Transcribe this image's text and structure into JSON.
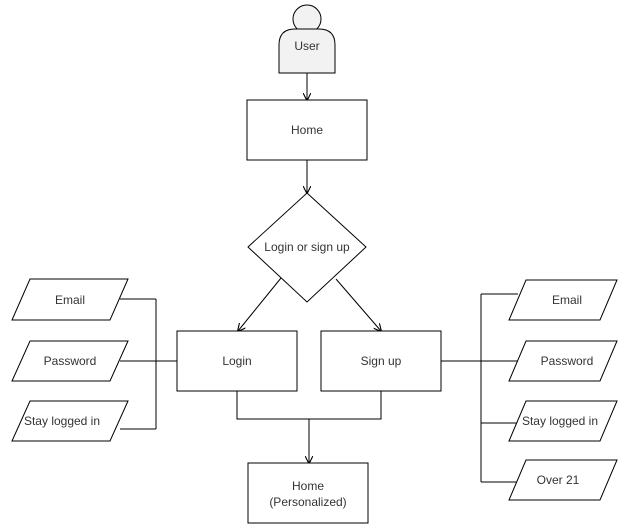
{
  "diagram": {
    "user": "User",
    "home": "Home",
    "decision": "Login or sign up",
    "login": "Login",
    "signup": "Sign up",
    "final_home_line1": "Home",
    "final_home_line2": "(Personalized)",
    "login_inputs": [
      "Email",
      "Password",
      "Stay logged in"
    ],
    "signup_inputs": [
      "Email",
      "Password",
      "Stay logged in",
      "Over 21"
    ]
  },
  "colors": {
    "stroke": "#000000",
    "fill": "#ffffff",
    "user_fill": "#f2f2f2",
    "text": "#333333"
  },
  "icons": {
    "user": "user-icon"
  }
}
